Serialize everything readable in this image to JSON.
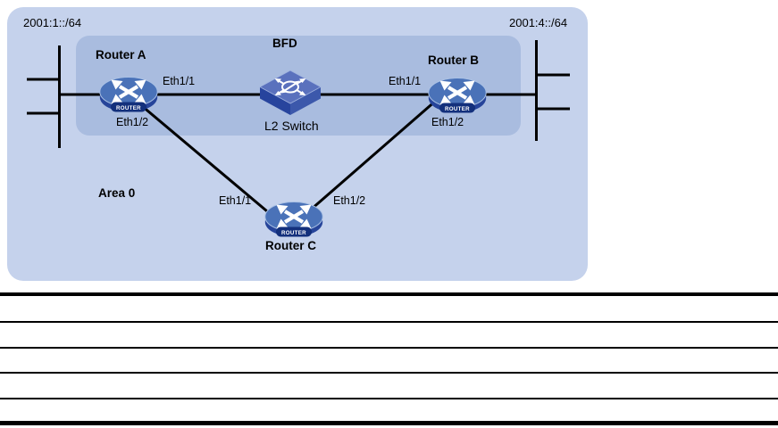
{
  "figure": {
    "subnets": {
      "left": "2001:1::/64",
      "right": "2001:4::/64"
    },
    "regions": {
      "bfd": "BFD",
      "area": "Area 0"
    },
    "devices": {
      "router_a": {
        "name": "Router A",
        "eth1": "Eth1/1",
        "eth2": "Eth1/2"
      },
      "router_b": {
        "name": "Router B",
        "eth1": "Eth1/1",
        "eth2": "Eth1/2"
      },
      "router_c": {
        "name": "Router C",
        "eth1": "Eth1/1",
        "eth2": "Eth1/2"
      },
      "l2_switch": {
        "name": "L2 Switch"
      }
    },
    "icon_badge": "ROUTER",
    "colors": {
      "area_box": "#c5d2ec",
      "bfd_box": "#a9bcdf",
      "router_top": "#4a72b8",
      "router_side": "#26449a",
      "badge": "#13307c",
      "switch_top": "#5a71bd",
      "switch_left": "#27449d",
      "switch_right": "#3c58ab",
      "link": "#000000"
    }
  },
  "table": {
    "row_count": 5,
    "rows": [
      "",
      "",
      "",
      "",
      ""
    ]
  }
}
